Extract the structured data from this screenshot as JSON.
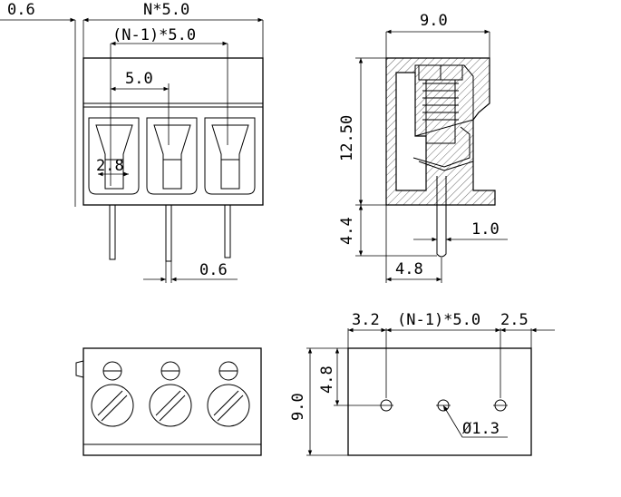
{
  "front_view": {
    "dim_pin_thickness": "0.6",
    "dim_total_length": "N*5.0",
    "dim_outer_pitch": "(N-1)*5.0",
    "dim_pitch": "5.0",
    "dim_opening": "2.8",
    "dim_pin_width": "0.6"
  },
  "side_view": {
    "dim_width": "9.0",
    "dim_body_height": "12.50",
    "dim_pin_length": "4.4",
    "dim_pin_diameter": "1.0",
    "dim_pin_offset": "4.8"
  },
  "footprint_view": {
    "dim_edge_offset": "3.2",
    "dim_pitch": "(N-1)*5.0",
    "dim_right_offset": "2.5",
    "dim_hole_row": "4.8",
    "dim_depth": "9.0",
    "dim_hole_diameter": "Ø1.3"
  }
}
